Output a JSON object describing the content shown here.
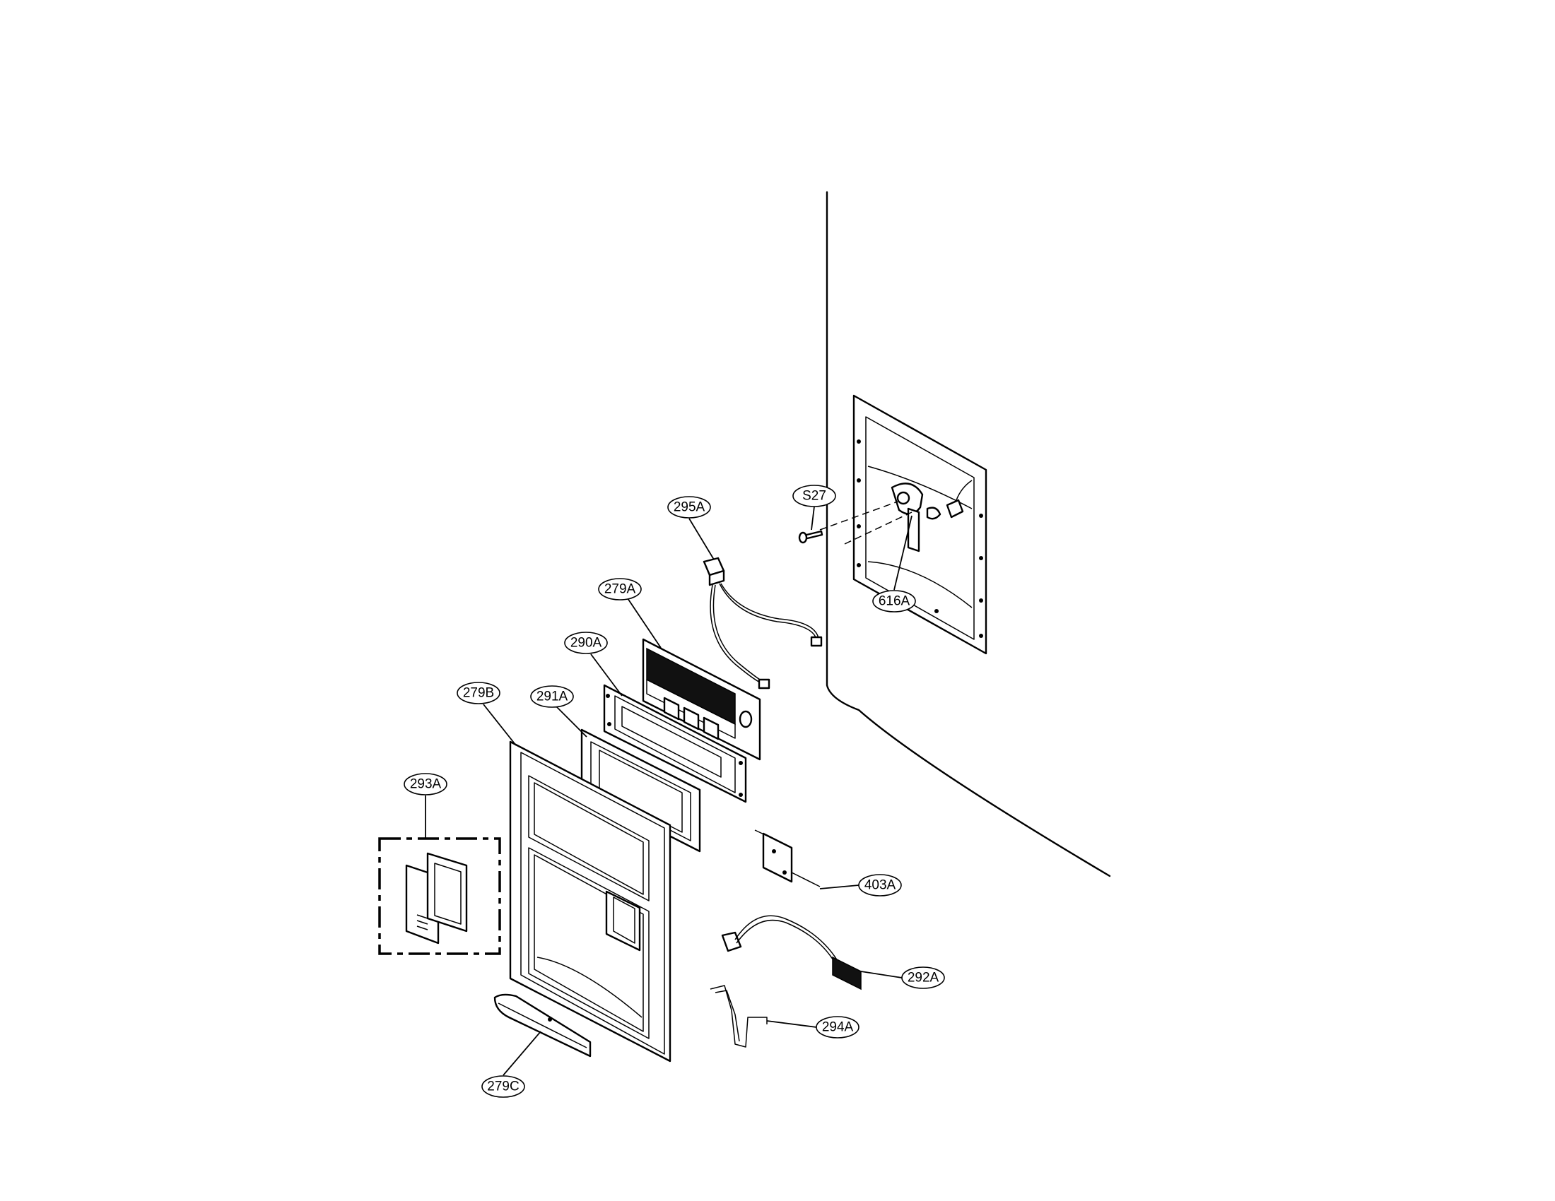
{
  "callouts": {
    "c_s27": "S27",
    "c_616a": "616A",
    "c_295a": "295A",
    "c_279a": "279A",
    "c_290a": "290A",
    "c_291a": "291A",
    "c_279b": "279B",
    "c_293a": "293A",
    "c_403a": "403A",
    "c_292a": "292A",
    "c_294a": "294A",
    "c_279c": "279C"
  }
}
